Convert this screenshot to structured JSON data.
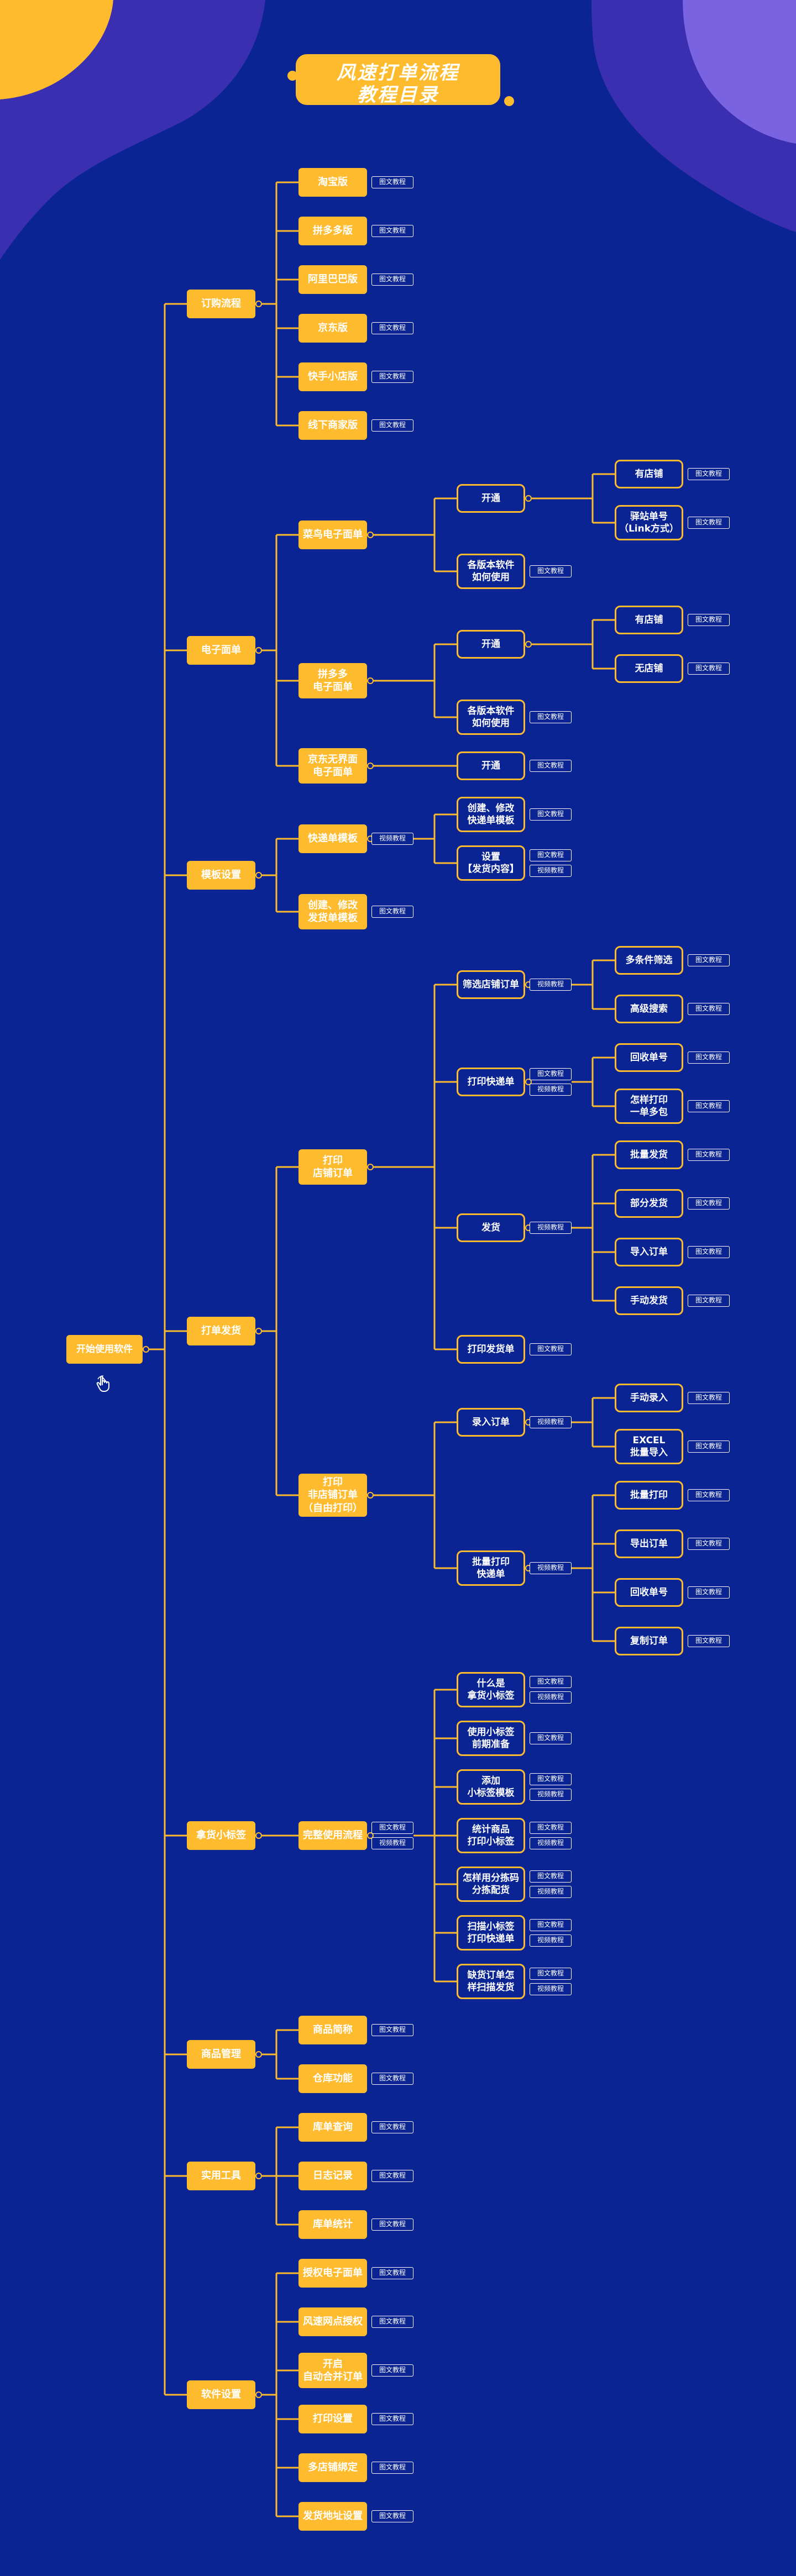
{
  "header": {
    "title_line1": "风速打单流程",
    "title_line2": "教程目录"
  },
  "colors": {
    "background": "#0a2493",
    "accent": "#fdbb2d",
    "line": "#fdbb2d",
    "corner_purple": "#3a2fb0",
    "corner_violet": "#7a63e0"
  },
  "hand_icon": "hand-pointer-icon",
  "badge_labels": {
    "pic": "图文教程",
    "video": "视频教程"
  },
  "root": {
    "label": "开始使用软件",
    "children": [
      {
        "label": "订购流程",
        "children": [
          {
            "label": "淘宝版",
            "badges": [
              "图文教程"
            ]
          },
          {
            "label": "拼多多版",
            "badges": [
              "图文教程"
            ]
          },
          {
            "label": "阿里巴巴版",
            "badges": [
              "图文教程"
            ]
          },
          {
            "label": "京东版",
            "badges": [
              "图文教程"
            ]
          },
          {
            "label": "快手小店版",
            "badges": [
              "图文教程"
            ]
          },
          {
            "label": "线下商家版",
            "badges": [
              "图文教程"
            ]
          }
        ]
      },
      {
        "label": "电子面单",
        "children": [
          {
            "label": "菜鸟电子面单",
            "children": [
              {
                "label": "开通",
                "children": [
                  {
                    "label": "有店铺",
                    "badges": [
                      "图文教程"
                    ]
                  },
                  {
                    "label": "驿站单号\n（Link方式）",
                    "badges": [
                      "图文教程"
                    ]
                  }
                ]
              },
              {
                "label": "各版本软件\n如何使用",
                "badges": [
                  "图文教程"
                ]
              }
            ]
          },
          {
            "label": "拼多多\n电子面单",
            "children": [
              {
                "label": "开通",
                "children": [
                  {
                    "label": "有店铺",
                    "badges": [
                      "图文教程"
                    ]
                  },
                  {
                    "label": "无店铺",
                    "badges": [
                      "图文教程"
                    ]
                  }
                ]
              },
              {
                "label": "各版本软件\n如何使用",
                "badges": [
                  "图文教程"
                ]
              }
            ]
          },
          {
            "label": "京东无界面\n电子面单",
            "children": [
              {
                "label": "开通",
                "badges": [
                  "图文教程"
                ]
              }
            ]
          }
        ]
      },
      {
        "label": "模板设置",
        "children": [
          {
            "label": "快递单模板",
            "badges": [
              "视频教程"
            ],
            "children": [
              {
                "label": "创建、修改\n快递单模板",
                "badges": [
                  "图文教程"
                ]
              },
              {
                "label": "设置\n【发货内容】",
                "badges": [
                  "图文教程",
                  "视频教程"
                ]
              }
            ]
          },
          {
            "label": "创建、修改\n发货单模板",
            "badges": [
              "图文教程"
            ]
          }
        ]
      },
      {
        "label": "打单发货",
        "children": [
          {
            "label": "打印\n店铺订单",
            "children": [
              {
                "label": "筛选店铺订单",
                "badges": [
                  "视频教程"
                ],
                "children": [
                  {
                    "label": "多条件筛选",
                    "badges": [
                      "图文教程"
                    ]
                  },
                  {
                    "label": "高级搜索",
                    "badges": [
                      "图文教程"
                    ]
                  }
                ]
              },
              {
                "label": "打印快递单",
                "badges": [
                  "图文教程",
                  "视频教程"
                ],
                "children": [
                  {
                    "label": "回收单号",
                    "badges": [
                      "图文教程"
                    ]
                  },
                  {
                    "label": "怎样打印\n一单多包",
                    "badges": [
                      "图文教程"
                    ]
                  }
                ]
              },
              {
                "label": "发货",
                "badges": [
                  "视频教程"
                ],
                "children": [
                  {
                    "label": "批量发货",
                    "badges": [
                      "图文教程"
                    ]
                  },
                  {
                    "label": "部分发货",
                    "badges": [
                      "图文教程"
                    ]
                  },
                  {
                    "label": "导入订单",
                    "badges": [
                      "图文教程"
                    ]
                  },
                  {
                    "label": "手动发货",
                    "badges": [
                      "图文教程"
                    ]
                  }
                ]
              },
              {
                "label": "打印发货单",
                "badges": [
                  "图文教程"
                ]
              }
            ]
          },
          {
            "label": "打印\n非店铺订单\n（自由打印）",
            "children": [
              {
                "label": "录入订单",
                "badges": [
                  "视频教程"
                ],
                "children": [
                  {
                    "label": "手动录入",
                    "badges": [
                      "图文教程"
                    ]
                  },
                  {
                    "label": "EXCEL\n批量导入",
                    "badges": [
                      "图文教程"
                    ]
                  }
                ]
              },
              {
                "label": "批量打印\n快递单",
                "badges": [
                  "视频教程"
                ],
                "children": [
                  {
                    "label": "批量打印",
                    "badges": [
                      "图文教程"
                    ]
                  },
                  {
                    "label": "导出订单",
                    "badges": [
                      "图文教程"
                    ]
                  },
                  {
                    "label": "回收单号",
                    "badges": [
                      "图文教程"
                    ]
                  },
                  {
                    "label": "复制订单",
                    "badges": [
                      "图文教程"
                    ]
                  }
                ]
              }
            ]
          }
        ]
      },
      {
        "label": "拿货小标签",
        "children": [
          {
            "label": "完整使用流程",
            "badges": [
              "图文教程",
              "视频教程"
            ],
            "children": [
              {
                "label": "什么是\n拿货小标签",
                "badges": [
                  "图文教程",
                  "视频教程"
                ]
              },
              {
                "label": "使用小标签\n前期准备",
                "badges": [
                  "图文教程"
                ]
              },
              {
                "label": "添加\n小标签模板",
                "badges": [
                  "图文教程",
                  "视频教程"
                ]
              },
              {
                "label": "统计商品\n打印小标签",
                "badges": [
                  "图文教程",
                  "视频教程"
                ]
              },
              {
                "label": "怎样用分拣码\n分拣配货",
                "badges": [
                  "图文教程",
                  "视频教程"
                ]
              },
              {
                "label": "扫描小标签\n打印快递单",
                "badges": [
                  "图文教程",
                  "视频教程"
                ]
              },
              {
                "label": "缺货订单怎\n样扫描发货",
                "badges": [
                  "图文教程",
                  "视频教程"
                ]
              }
            ]
          }
        ]
      },
      {
        "label": "商品管理",
        "children": [
          {
            "label": "商品简称",
            "badges": [
              "图文教程"
            ]
          },
          {
            "label": "仓库功能",
            "badges": [
              "图文教程"
            ]
          }
        ]
      },
      {
        "label": "实用工具",
        "children": [
          {
            "label": "库单查询",
            "badges": [
              "图文教程"
            ]
          },
          {
            "label": "日志记录",
            "badges": [
              "图文教程"
            ]
          },
          {
            "label": "库单统计",
            "badges": [
              "图文教程"
            ]
          }
        ]
      },
      {
        "label": "软件设置",
        "children": [
          {
            "label": "授权电子面单",
            "badges": [
              "图文教程"
            ]
          },
          {
            "label": "风速网点授权",
            "badges": [
              "图文教程"
            ]
          },
          {
            "label": "开启\n自动合并订单",
            "badges": [
              "图文教程"
            ]
          },
          {
            "label": "打印设置",
            "badges": [
              "图文教程"
            ]
          },
          {
            "label": "多店铺绑定",
            "badges": [
              "图文教程"
            ]
          },
          {
            "label": "发货地址设置",
            "badges": [
              "图文教程"
            ]
          }
        ]
      }
    ]
  }
}
